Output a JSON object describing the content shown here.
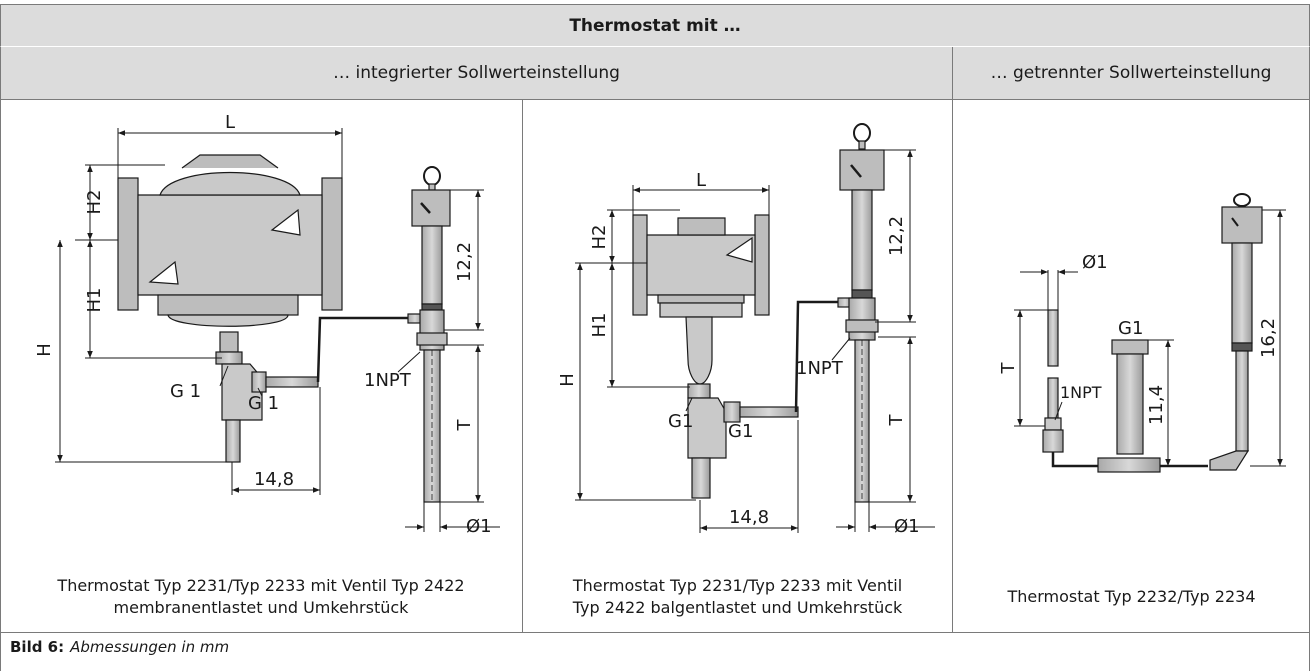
{
  "header": {
    "title": "Thermostat mit …",
    "col_integrated": "… integrierter Sollwerteinstellung",
    "col_separate": "… getrennter Sollwerteinstellung"
  },
  "drawings": {
    "d1": {
      "L": "L",
      "H2": "H2",
      "H1": "H1",
      "H": "H",
      "T": "T",
      "d122": "12,2",
      "d148": "14,8",
      "g1a": "G 1",
      "g1b": "G 1",
      "npt": "1NPT",
      "phi": "Ø1"
    },
    "d2": {
      "L": "L",
      "H2": "H2",
      "H1": "H1",
      "H": "H",
      "T": "T",
      "d122": "12,2",
      "d148": "14,8",
      "g1a": "G1",
      "g1b": "G1",
      "npt": "1NPT",
      "phi": "Ø1"
    },
    "d3": {
      "phi": "Ø1",
      "T": "T",
      "g1": "G1",
      "npt": "1NPT",
      "d114": "11,4",
      "d162": "16,2"
    }
  },
  "captions": {
    "c1": [
      "Thermostat Typ 2231/Typ 2233 mit Ventil Typ 2422",
      "membranentlastet und Umkehrstück"
    ],
    "c2": [
      "Thermostat Typ 2231/Typ 2233 mit Ventil",
      "Typ 2422 balgentlastet und Umkehrstück"
    ],
    "c3": [
      "Thermostat Typ 2232/Typ 2234"
    ]
  },
  "figure": {
    "label": "Bild 6:",
    "text": "Abmessungen in mm"
  }
}
